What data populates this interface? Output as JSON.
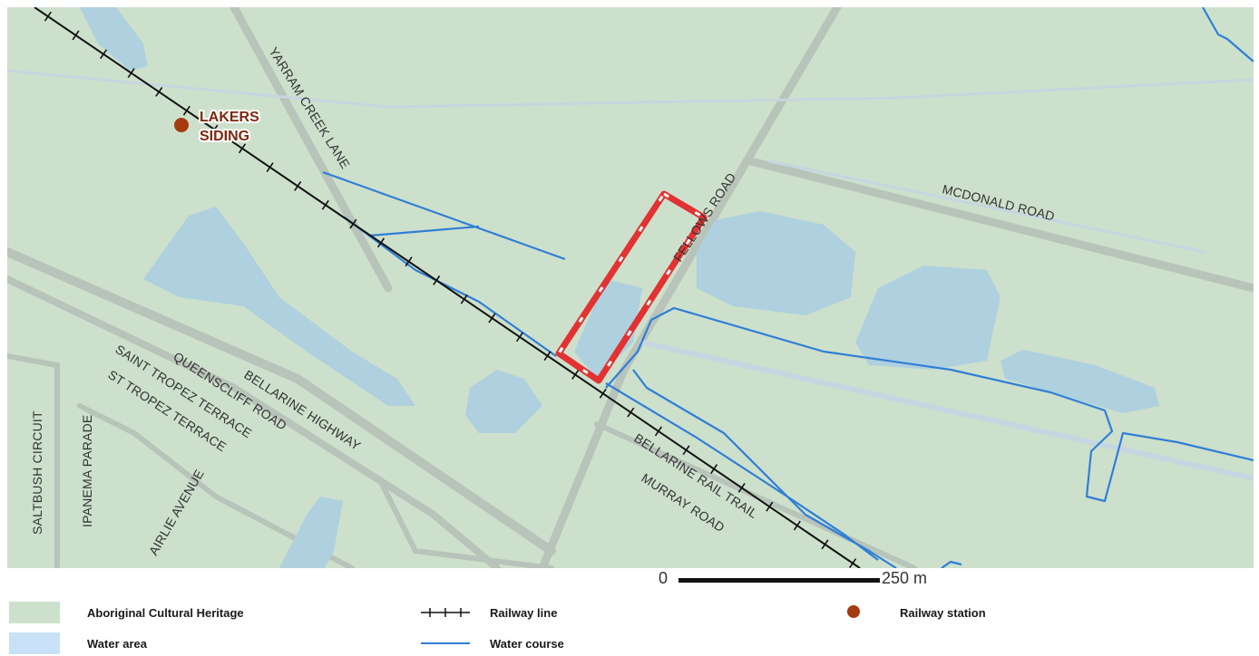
{
  "map": {
    "colors": {
      "heritage": "#cde0cc",
      "water_area": "#aed0df",
      "water_course": "#2f7fd6",
      "road": "#b7c2b8",
      "railway": "#111111",
      "study_area": "#e23232",
      "station": "#a63b10"
    },
    "station": {
      "label_line1": "LAKERS",
      "label_line2": "SIDING"
    },
    "roads": {
      "yarram_creek_lane": "YARRAM CREEK LANE",
      "fellows_road": "FELLOWS ROAD",
      "mcdonald_road": "MCDONALD ROAD",
      "bellarine_highway": "BELLARINE HIGHWAY",
      "queenscliff_road": "QUEENSCLIFF ROAD",
      "saint_tropez_terrace": "SAINT TROPEZ TERRACE",
      "st_tropez_terrace": "ST TROPEZ TERRACE",
      "airlie_avenue": "AIRLIE AVENUE",
      "saltbush_circuit": "SALTBUSH CIRCUIT",
      "ipanema_parade": "IPANEMA PARADE",
      "bellarine_rail_trail": "BELLARINE RAIL TRAIL",
      "murray_road": "MURRAY ROAD"
    }
  },
  "scale_bar": {
    "start": "0",
    "end": "250 m"
  },
  "legend": {
    "items": [
      {
        "label": "Aboriginal Cultural Heritage",
        "symbol": "fill-box",
        "color": "#cde0cc"
      },
      {
        "label": "Railway line",
        "symbol": "railway-line-icon",
        "color": "#111111"
      },
      {
        "label": "Railway station",
        "symbol": "station-dot-icon",
        "color": "#a63b10"
      },
      {
        "label": "Water area",
        "symbol": "fill-box",
        "color": "#c9e1f7"
      },
      {
        "label": "Water course",
        "symbol": "water-course-line-icon",
        "color": "#2f7fd6"
      }
    ]
  }
}
